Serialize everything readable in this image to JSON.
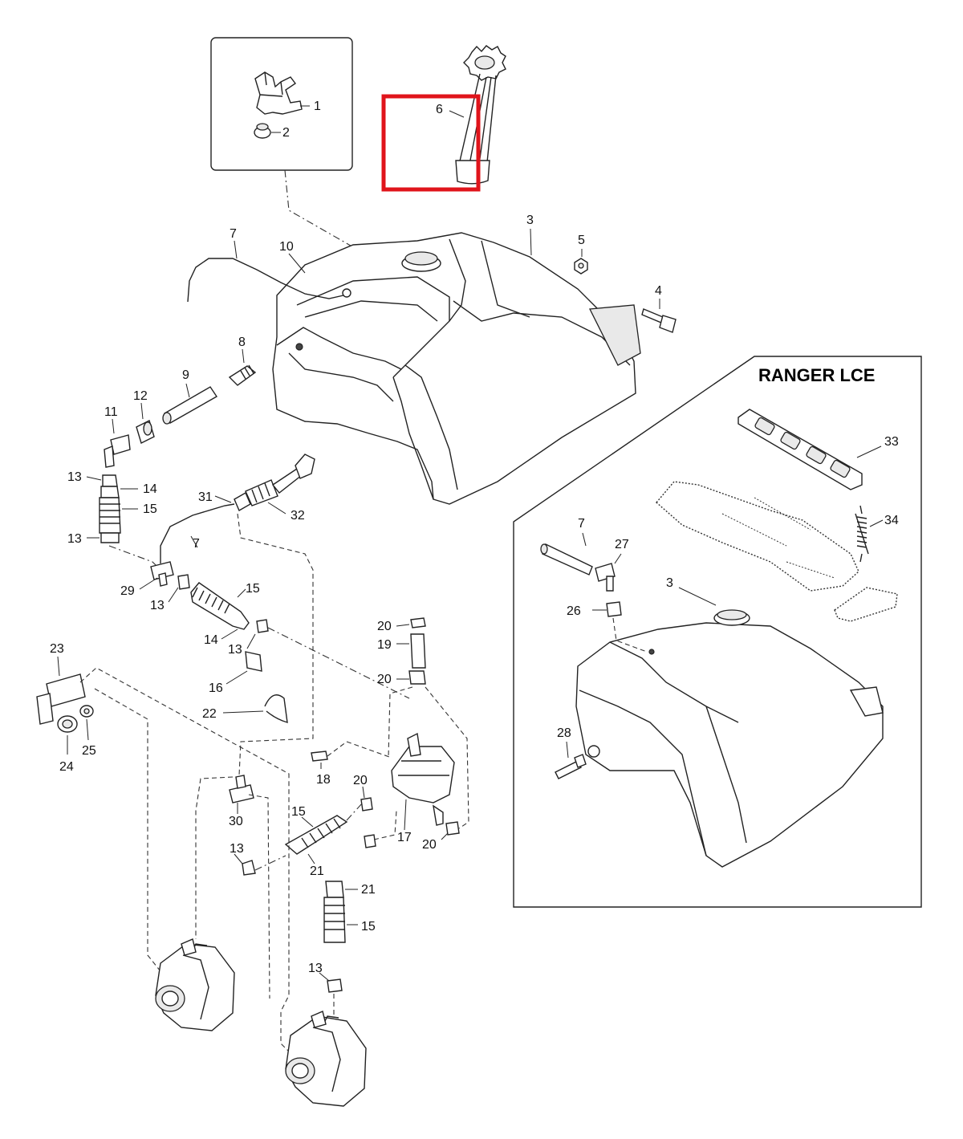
{
  "variant": {
    "title": "RANGER LCE"
  },
  "highlight": {
    "color": "#e0141b",
    "part": "6"
  },
  "labels": {
    "main": {
      "l1": "1",
      "l2": "2",
      "l3": "3",
      "l4": "4",
      "l5": "5",
      "l6": "6",
      "l7a": "7",
      "l7b": "7",
      "l8": "8",
      "l9": "9",
      "l10": "10",
      "l11": "11",
      "l12": "12",
      "l13a": "13",
      "l13b": "13",
      "l13c": "13",
      "l13d": "13",
      "l13e": "13",
      "l13f": "13",
      "l14a": "14",
      "l14b": "14",
      "l15a": "15",
      "l15b": "15",
      "l15c": "15",
      "l15d": "15",
      "l16": "16",
      "l17": "17",
      "l18": "18",
      "l19": "19",
      "l20a": "20",
      "l20b": "20",
      "l20c": "20",
      "l20d": "20",
      "l21a": "21",
      "l21b": "21",
      "l22": "22",
      "l23": "23",
      "l24": "24",
      "l25": "25",
      "l29": "29",
      "l30": "30",
      "l31": "31",
      "l32": "32"
    },
    "inset": {
      "l3": "3",
      "l7": "7",
      "l26": "26",
      "l27": "27",
      "l28": "28",
      "l33": "33",
      "l34": "34"
    }
  }
}
